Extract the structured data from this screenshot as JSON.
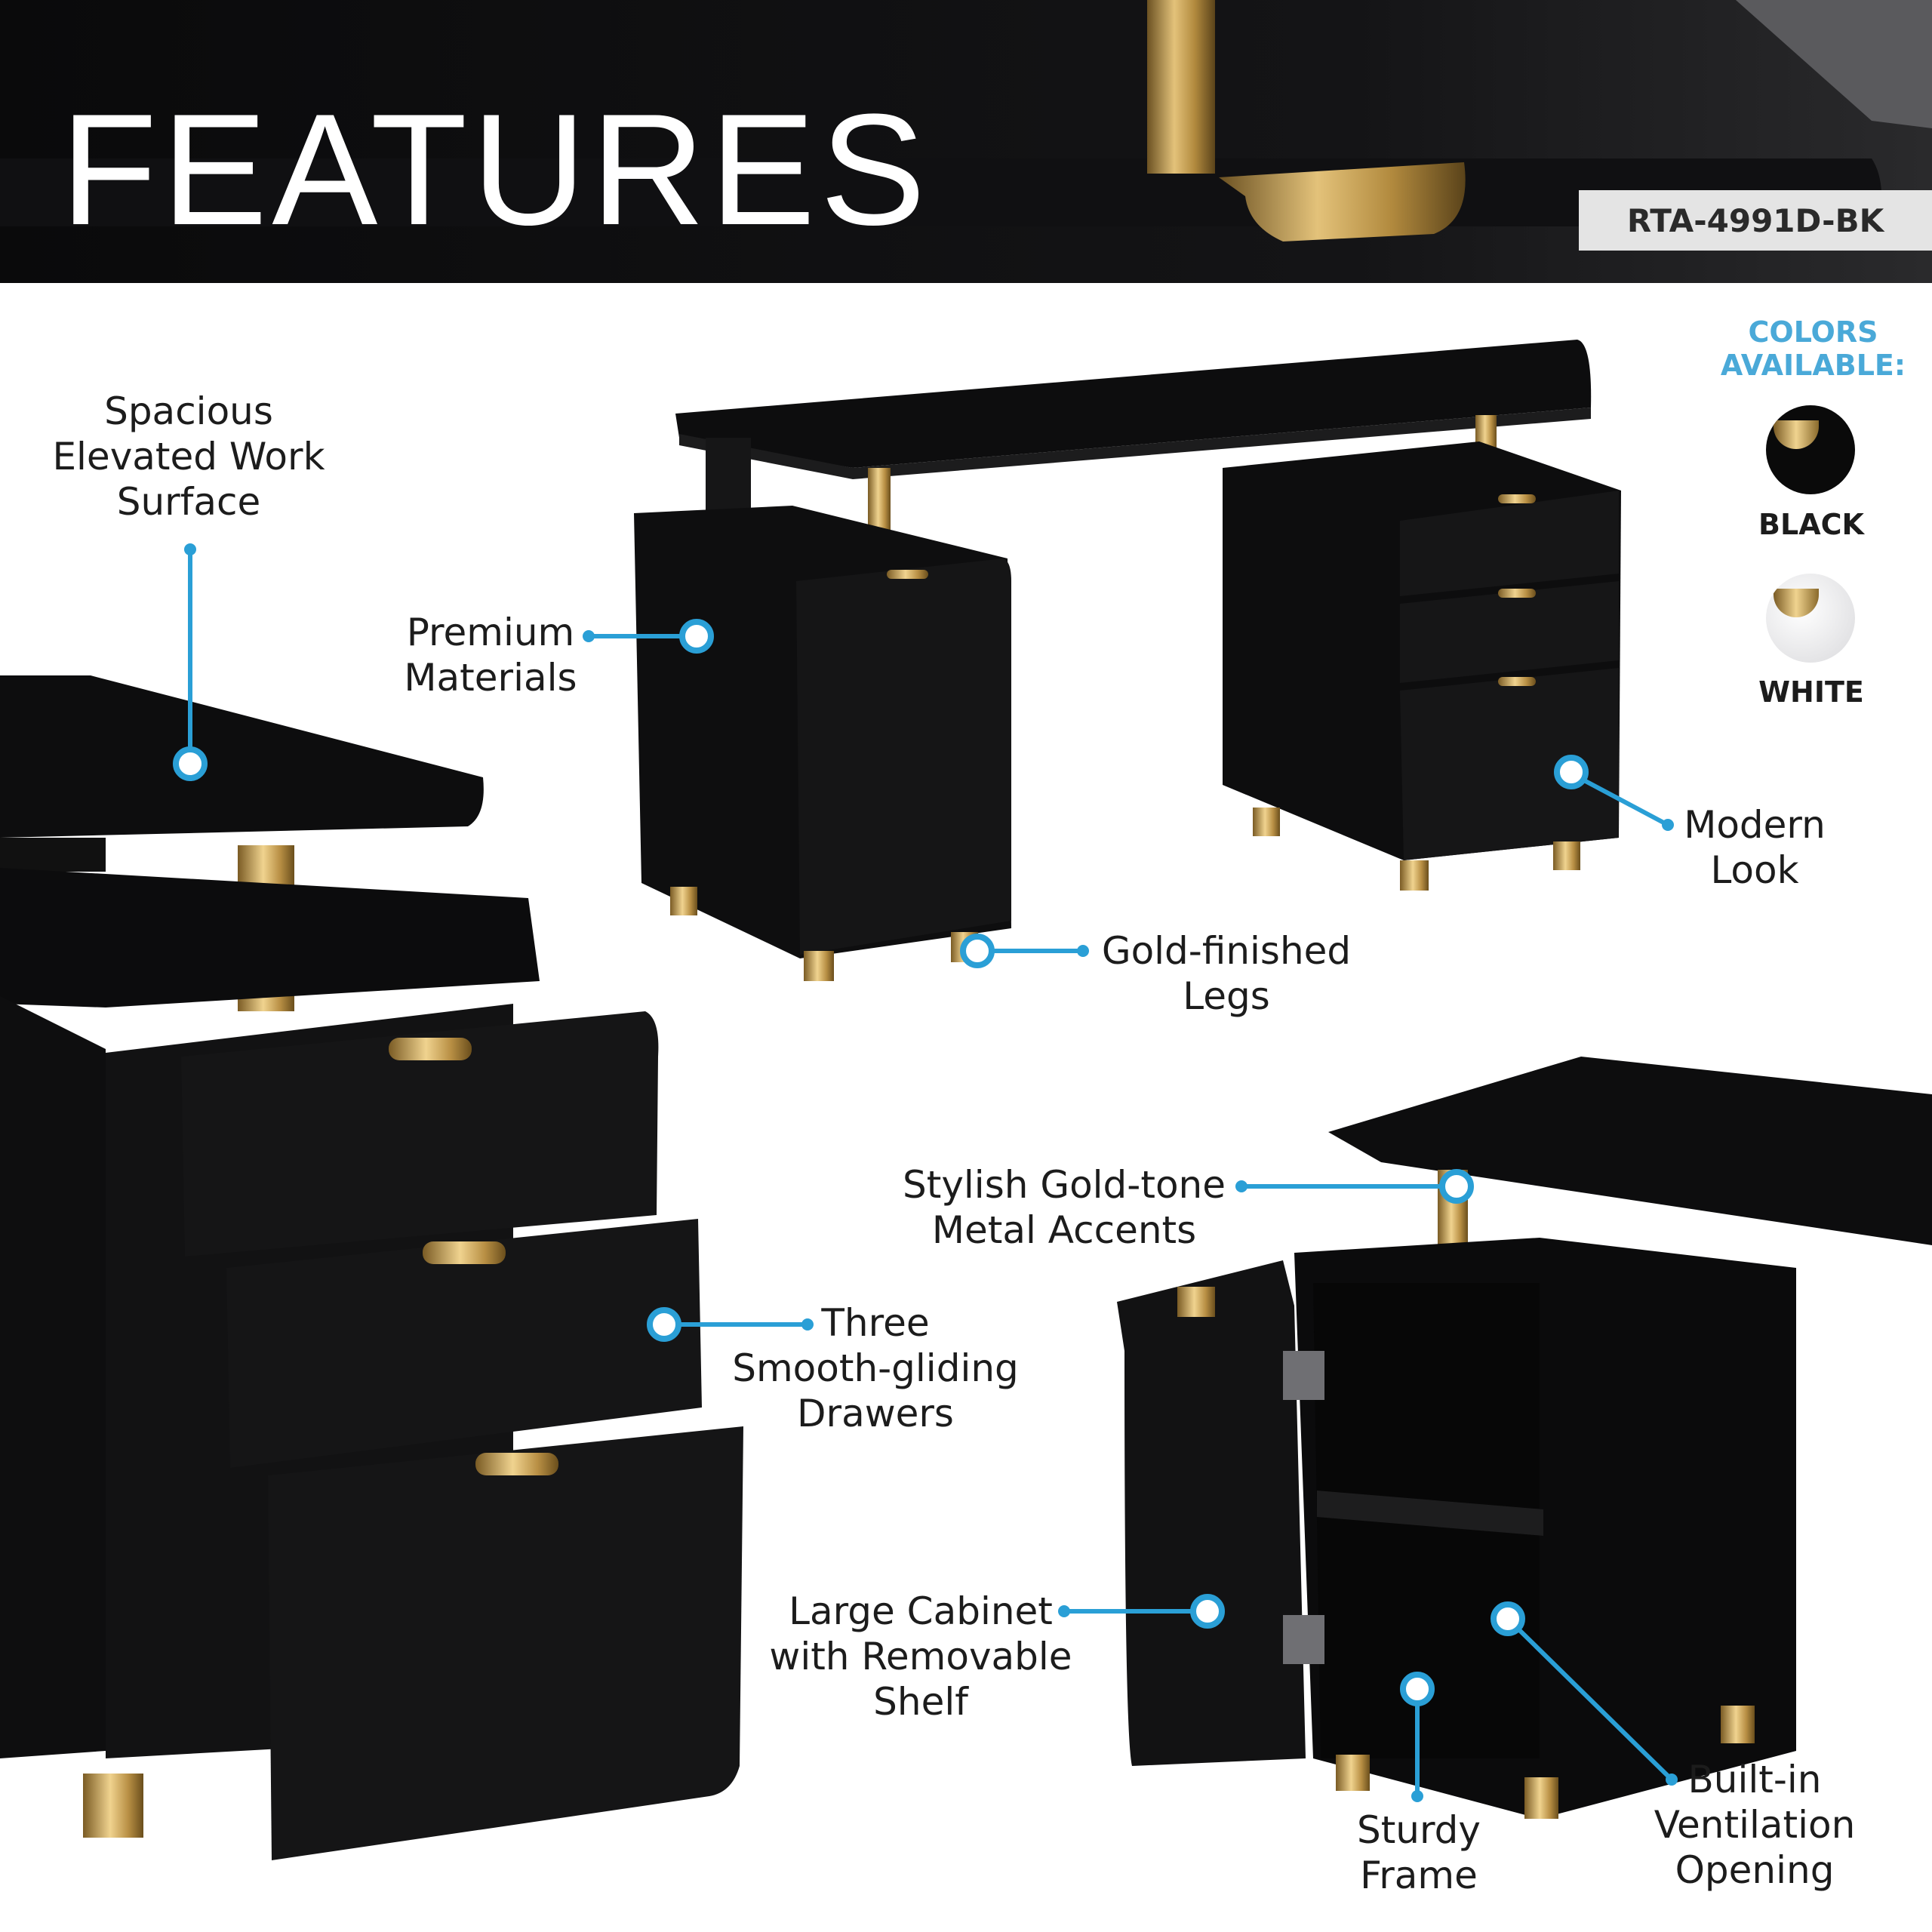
{
  "header": {
    "title": "FEATURES",
    "sku": "RTA-4991D-BK"
  },
  "colors": {
    "heading": "COLORS\nAVAILABLE:",
    "options": [
      {
        "name": "BLACK",
        "swatch": "#0a0a0a"
      },
      {
        "name": "WHITE",
        "swatch": "#eeeeee"
      }
    ],
    "accent": "#2a9fd6",
    "gold": "#c9a456"
  },
  "features": {
    "spacious": "Spacious\nElevated Work\nSurface",
    "premium": "Premium\nMaterials",
    "modern": "Modern\nLook",
    "legs": "Gold-finished\nLegs",
    "accents": "Stylish Gold-tone\nMetal Accents",
    "drawers": "Three\nSmooth-gliding\nDrawers",
    "cabinet": "Large Cabinet\nwith Removable\nShelf",
    "ventilation": "Built-in\nVentilation\nOpening",
    "frame": "Sturdy\nFrame"
  }
}
